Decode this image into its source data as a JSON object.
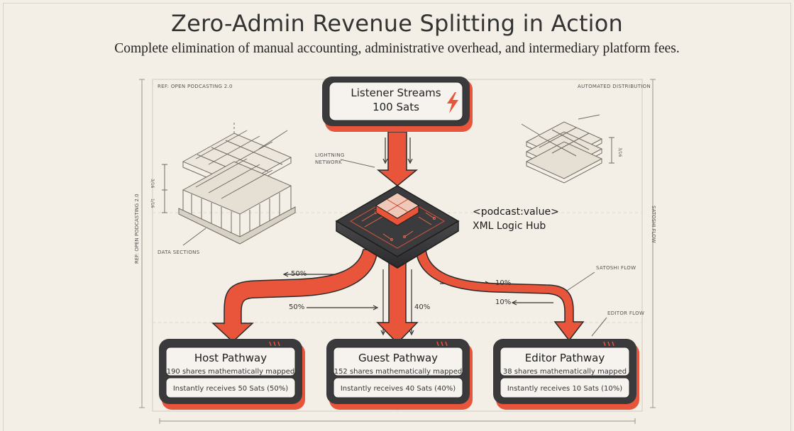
{
  "title": "Zero-Admin Revenue Splitting in Action",
  "subtitle": "Complete elimination of manual accounting, administrative overhead, and intermediary platform fees.",
  "labels": {
    "ref_top": "REF: OPEN PODCASTING 2.0",
    "ref_vertical": "REF: OPEN PODCASTING 2.0",
    "automated": "AUTOMATED DISTRIBUTION",
    "satoshi_vertical": "SATOSHI FLOW",
    "lightning": "LIGHTNING\nNETWORK",
    "data_sections": "DATA SECTIONS",
    "satoshi_flow": "SATOSHI FLOW",
    "editor_flow": "EDITOR FLOW",
    "dim_a": "3/16",
    "dim_b": "1/16",
    "dim_c": "3/16"
  },
  "source": {
    "title": "Listener Streams",
    "amount": "100 Sats",
    "icon": "lightning-bolt-icon"
  },
  "hub": {
    "line1": "<podcast:value>",
    "line2": "XML Logic Hub"
  },
  "percent_labels": {
    "host_upper": "50%",
    "host_lower": "50%",
    "guest": "40%",
    "editor_upper": "10%",
    "editor_lower": "10%"
  },
  "recipients": [
    {
      "title": "Host Pathway",
      "shares": "190 shares mathematically mapped",
      "receives": "Instantly receives 50 Sats (50%)"
    },
    {
      "title": "Guest Pathway",
      "shares": "152 shares mathematically mapped",
      "receives": "Instantly receives 40 Sats (40%)"
    },
    {
      "title": "Editor Pathway",
      "shares": "38 shares mathematically mapped",
      "receives": "Instantly receives 10 Sats (10%)"
    }
  ],
  "colors": {
    "accent": "#e8553a",
    "dark": "#3b3b3d",
    "card": "#f6f3ee",
    "background": "#f4efe6"
  }
}
